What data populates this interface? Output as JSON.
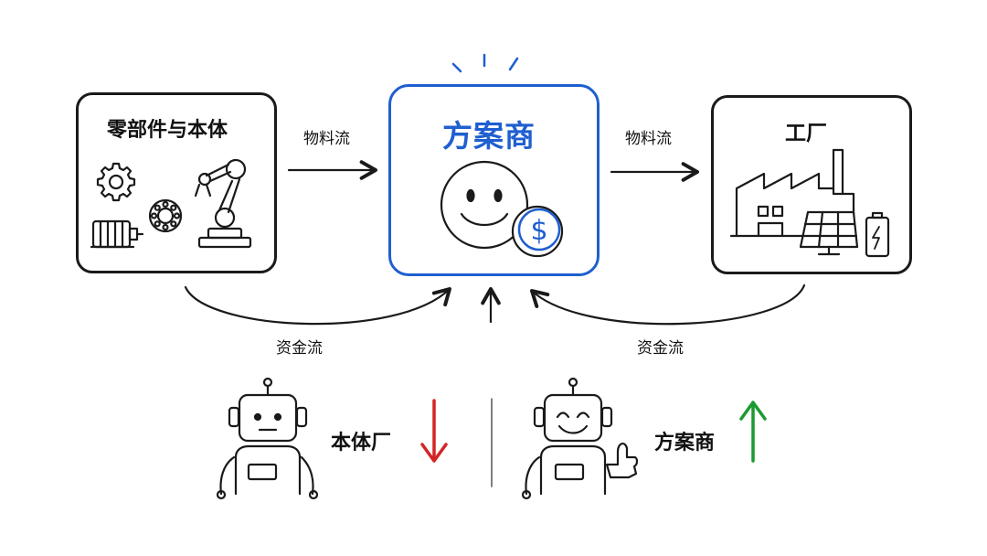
{
  "supplier_box": {
    "title": "零部件与本体",
    "icons": [
      "gear-icon",
      "bearing-icon",
      "robot-arm-icon",
      "motor-icon"
    ]
  },
  "integrator_box": {
    "title": "方案商",
    "icons": [
      "smiley-icon",
      "dollar-coin-icon"
    ],
    "accent": "#1f5fcf"
  },
  "factory_box": {
    "title": "工厂",
    "icons": [
      "factory-icon",
      "solar-panel-icon",
      "battery-icon"
    ]
  },
  "flows": {
    "material_left": "物料流",
    "material_right": "物料流",
    "money_left": "资金流",
    "money_right": "资金流"
  },
  "comparison": {
    "left_label": "本体厂",
    "left_trend": "down",
    "left_color": "#d42424",
    "left_robot": "neutral-robot-icon",
    "right_label": "方案商",
    "right_trend": "up",
    "right_color": "#1a9a2e",
    "right_robot": "happy-robot-icon"
  }
}
